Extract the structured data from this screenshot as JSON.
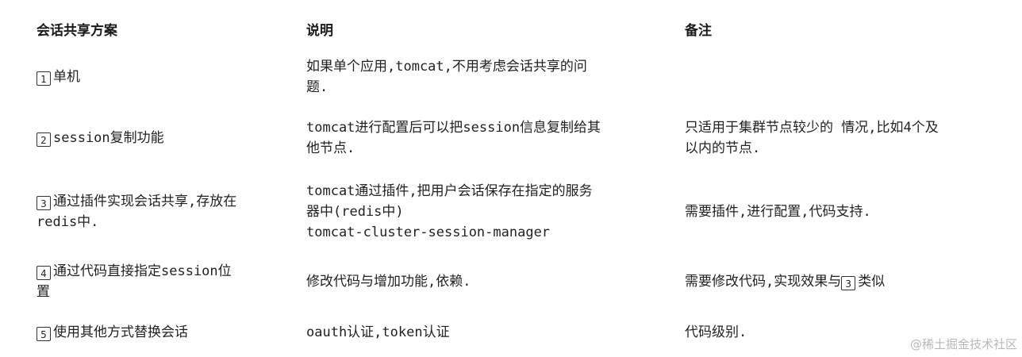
{
  "headers": [
    "会话共享方案",
    "说明",
    "备注"
  ],
  "rows": [
    {
      "num": "1",
      "scheme": "单机",
      "desc_lines": [
        "如果单个应用,tomcat,不用考虑会话共享的问",
        "题."
      ],
      "note_lines": []
    },
    {
      "num": "2",
      "scheme": "session复制功能",
      "desc_lines": [
        "tomcat进行配置后可以把session信息复制给其",
        "他节点."
      ],
      "note_lines": [
        "只适用于集群节点较少的 情况,比如4个及",
        "以内的节点."
      ]
    },
    {
      "num": "3",
      "scheme_lines": [
        "通过插件实现会话共享,存放在",
        "redis中."
      ],
      "desc_lines": [
        "tomcat通过插件,把用户会话保存在指定的服务",
        "器中(redis中)",
        "tomcat-cluster-session-manager"
      ],
      "note_lines": [
        "需要插件,进行配置,代码支持."
      ]
    },
    {
      "num": "4",
      "scheme_lines": [
        "通过代码直接指定session位",
        "置"
      ],
      "desc_lines": [
        "修改代码与增加功能,依赖."
      ],
      "note_prefix": "需要修改代码,实现效果与",
      "note_ref": "3",
      "note_suffix": "类似"
    },
    {
      "num": "5",
      "scheme": "使用其他方式替换会话",
      "desc_lines": [
        "oauth认证,token认证"
      ],
      "note_lines": [
        "代码级别."
      ]
    }
  ],
  "watermark": "@稀土掘金技术社区"
}
